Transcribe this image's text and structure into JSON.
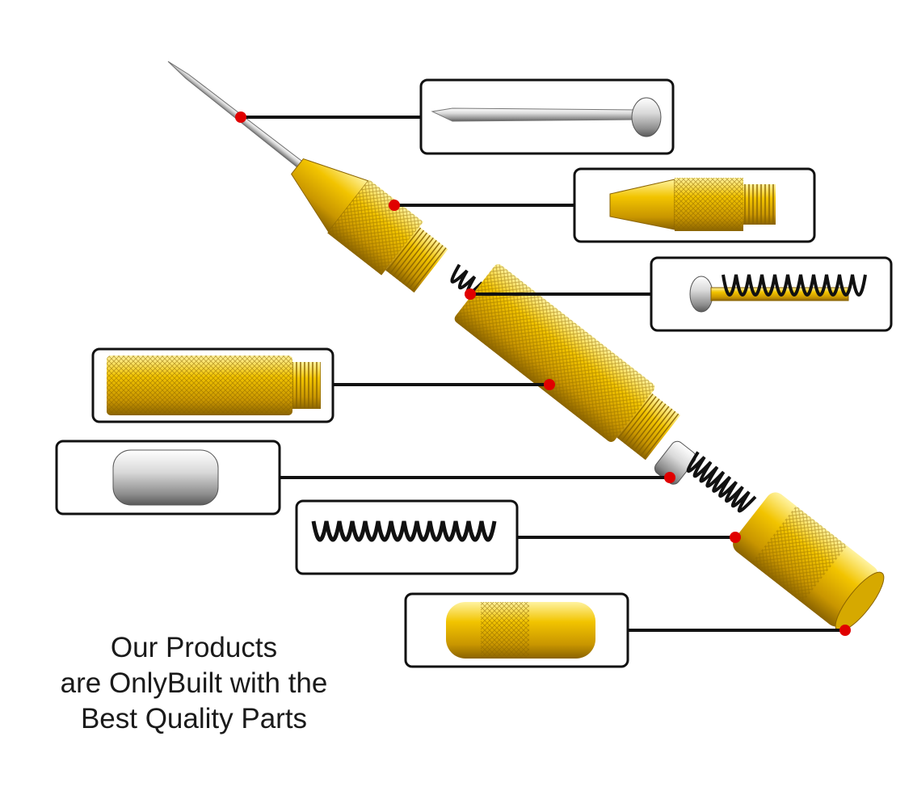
{
  "caption": {
    "line1": "Our Products",
    "line2": "are OnlyBuilt with the",
    "line3": "Best Quality Parts"
  },
  "colors": {
    "gold": "#e0b400",
    "gold_dark": "#a57a00",
    "steel": "#c9c9c9",
    "spring": "#111111",
    "marker": "#e00000",
    "frame": "#111111"
  },
  "parts": [
    {
      "name": "needle-tip"
    },
    {
      "name": "nose-cone"
    },
    {
      "name": "small-spring-plunger"
    },
    {
      "name": "knurled-barrel"
    },
    {
      "name": "steel-hammer"
    },
    {
      "name": "main-spring"
    },
    {
      "name": "end-cap"
    }
  ]
}
